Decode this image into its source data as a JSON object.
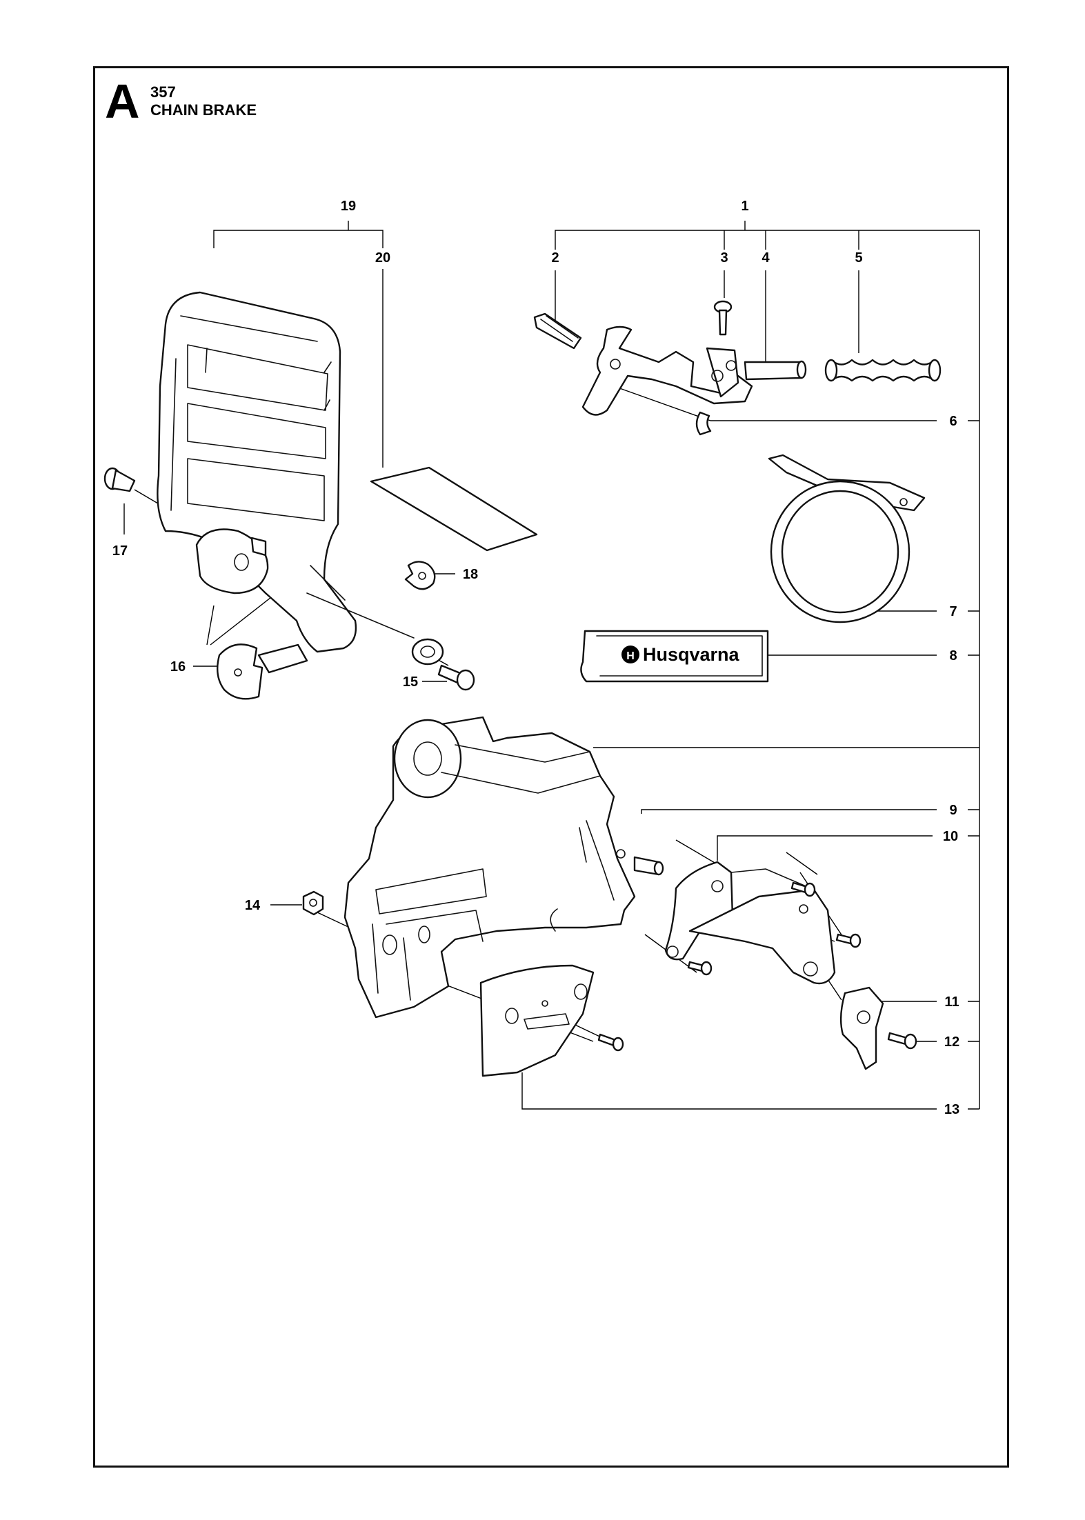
{
  "header": {
    "section_letter": "A",
    "model": "357",
    "title": "CHAIN BRAKE"
  },
  "decal_text": "Husqvarna",
  "callouts": {
    "c1": "1",
    "c2": "2",
    "c3": "3",
    "c4": "4",
    "c5": "5",
    "c6": "6",
    "c7": "7",
    "c8": "8",
    "c9": "9",
    "c10": "10",
    "c11": "11",
    "c12": "12",
    "c13": "13",
    "c14": "14",
    "c15": "15",
    "c16": "16",
    "c17": "17",
    "c18": "18",
    "c19": "19",
    "c20": "20"
  }
}
